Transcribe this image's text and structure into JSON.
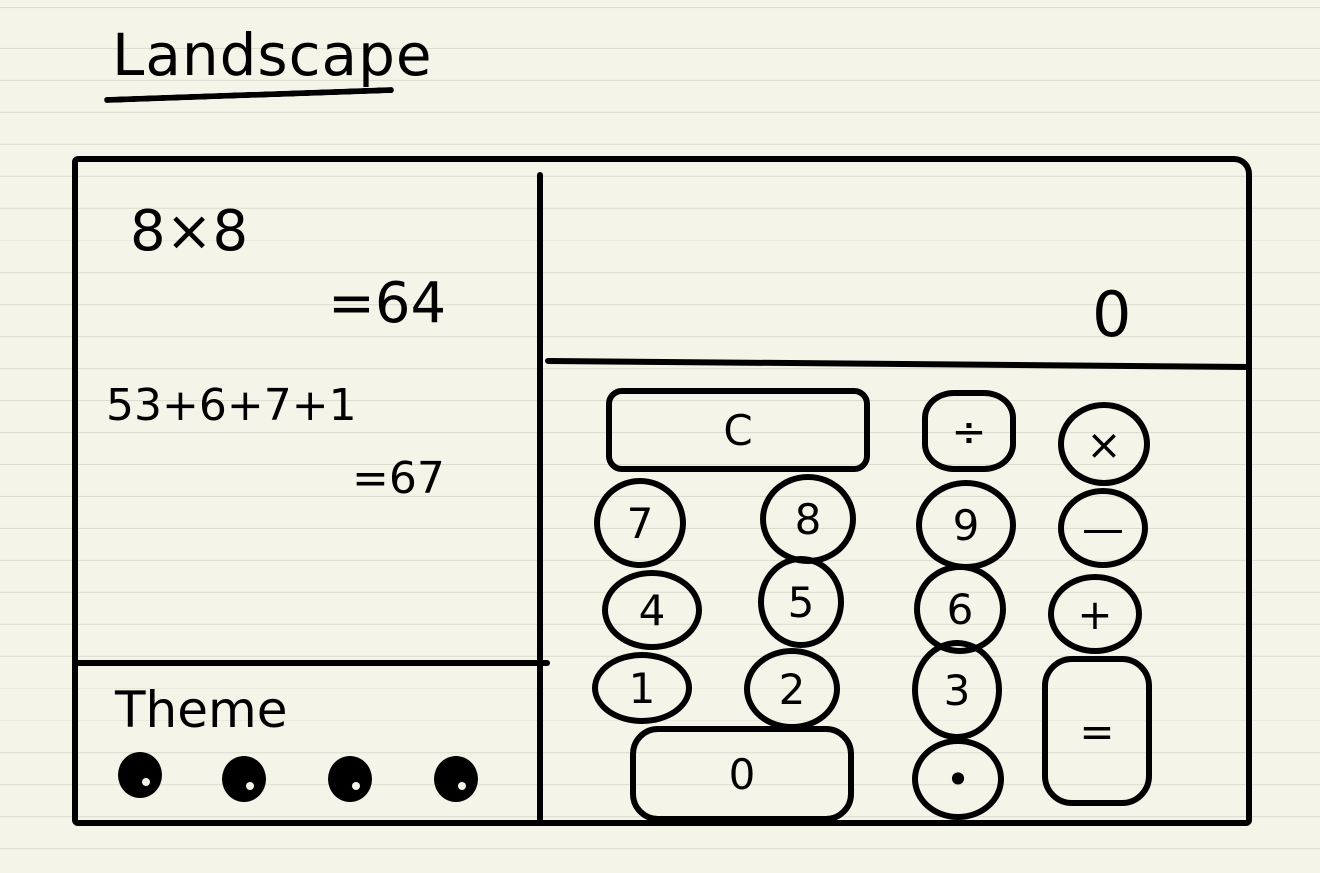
{
  "title": "Landscape",
  "history": [
    {
      "expression": "8×8",
      "result": "=64"
    },
    {
      "expression": "53+6+7+1",
      "result": "=67"
    }
  ],
  "display": {
    "value": "0"
  },
  "theme": {
    "label": "Theme",
    "options": 4
  },
  "keypad": {
    "clear": "C",
    "divide": "÷",
    "multiply": "×",
    "subtract": "—",
    "add": "+",
    "equals": "=",
    "decimal": "•",
    "zero": "0",
    "one": "1",
    "two": "2",
    "three": "3",
    "four": "4",
    "five": "5",
    "six": "6",
    "seven": "7",
    "eight": "8",
    "nine": "9"
  }
}
